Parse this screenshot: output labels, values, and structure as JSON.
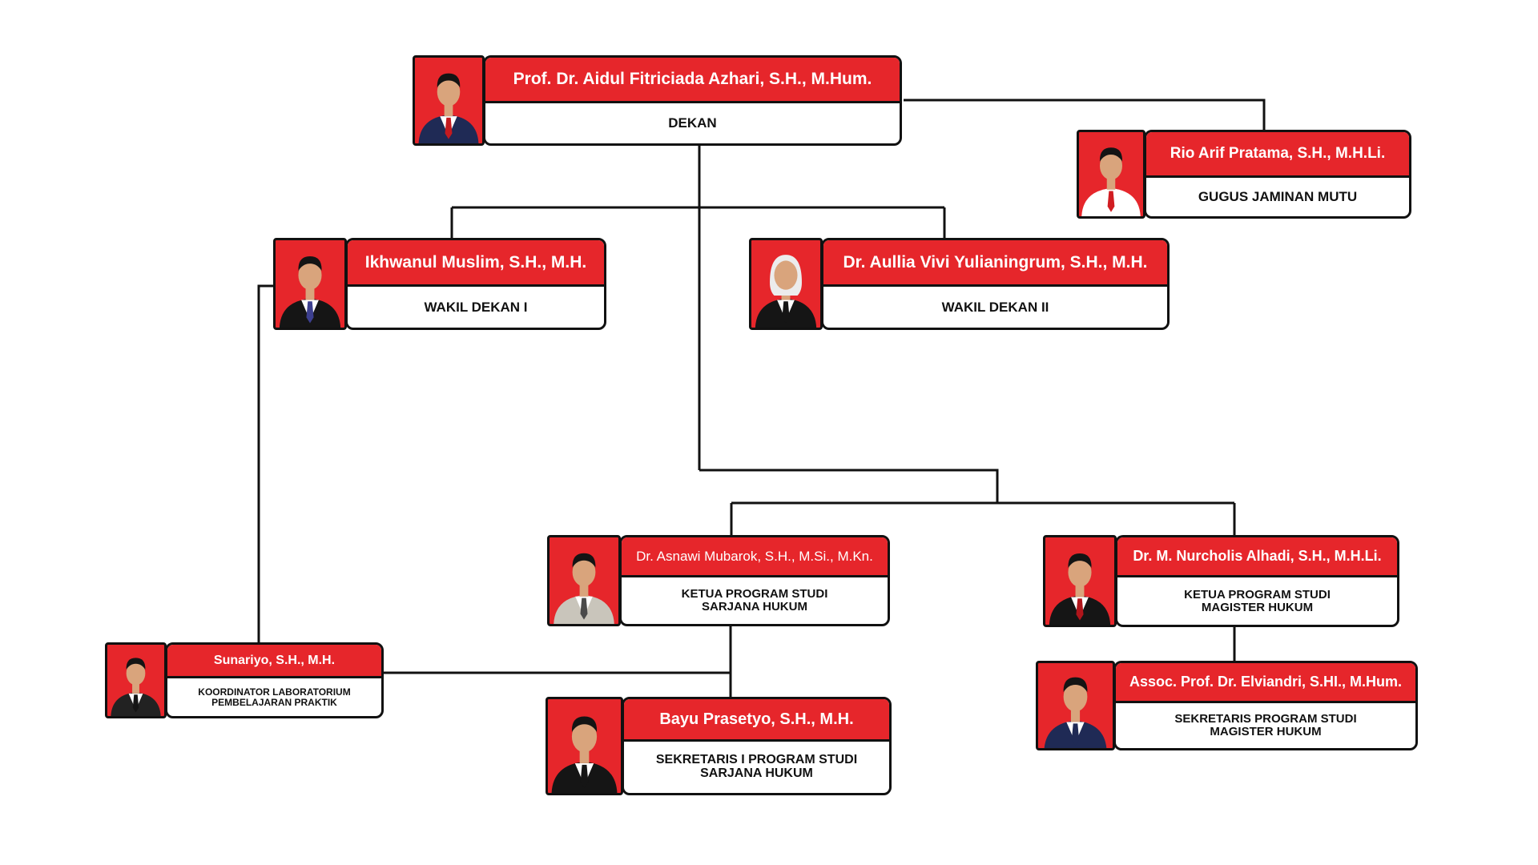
{
  "colors": {
    "accent": "#e6262b",
    "line": "#111111"
  },
  "people": {
    "dekan": {
      "name": "Prof. Dr. Aidul Fitriciada Azhari, S.H., M.Hum.",
      "role": "DEKAN",
      "tie": "#c41a1f",
      "suit": "#1f2a55",
      "shirt": "#ffffff",
      "hijab": false
    },
    "gjm": {
      "name": "Rio Arif Pratama, S.H., M.H.Li.",
      "role": "GUGUS JAMINAN MUTU",
      "tie": "#d11d22",
      "suit": "#ffffff",
      "shirt": "#ffffff",
      "hijab": false
    },
    "wd1": {
      "name": "Ikhwanul Muslim, S.H., M.H.",
      "role": "WAKIL DEKAN I",
      "tie": "#3c3f8f",
      "suit": "#151515",
      "shirt": "#ffffff",
      "hijab": false
    },
    "wd2": {
      "name": "Dr. Aullia Vivi Yulianingrum, S.H., M.H.",
      "role": "WAKIL DEKAN II",
      "tie": "#151515",
      "suit": "#151515",
      "shirt": "#ffffff",
      "hijab": true
    },
    "kps_s1": {
      "name": "Dr. Asnawi Mubarok, S.H., M.Si., M.Kn.",
      "role": "KETUA PROGRAM STUDI\nSARJANA HUKUM",
      "tie": "#4a4a4a",
      "suit": "#c9c5bb",
      "shirt": "#ffffff",
      "hijab": false
    },
    "kps_s2": {
      "name": "Dr. M. Nurcholis Alhadi, S.H., M.H.Li.",
      "role": "KETUA PROGRAM STUDI\nMAGISTER HUKUM",
      "tie": "#b0151b",
      "suit": "#151515",
      "shirt": "#ffffff",
      "hijab": false
    },
    "lab": {
      "name": "Sunariyo, S.H., M.H.",
      "role": "KOORDINATOR LABORATORIUM\nPEMBELAJARAN PRAKTIK",
      "tie": "#151515",
      "suit": "#222222",
      "shirt": "#ffffff",
      "hijab": false
    },
    "sekr_s1": {
      "name": "Bayu Prasetyo, S.H., M.H.",
      "role": "SEKRETARIS I PROGRAM STUDI\nSARJANA HUKUM",
      "tie": "#151515",
      "suit": "#151515",
      "shirt": "#ffffff",
      "hijab": false
    },
    "sekr_s2": {
      "name": "Assoc. Prof. Dr. Elviandri, S.HI., M.Hum.",
      "role": "SEKRETARIS PROGRAM STUDI\nMAGISTER HUKUM",
      "tie": "#1f2a55",
      "suit": "#1f2a55",
      "shirt": "#ffffff",
      "hijab": false
    }
  }
}
